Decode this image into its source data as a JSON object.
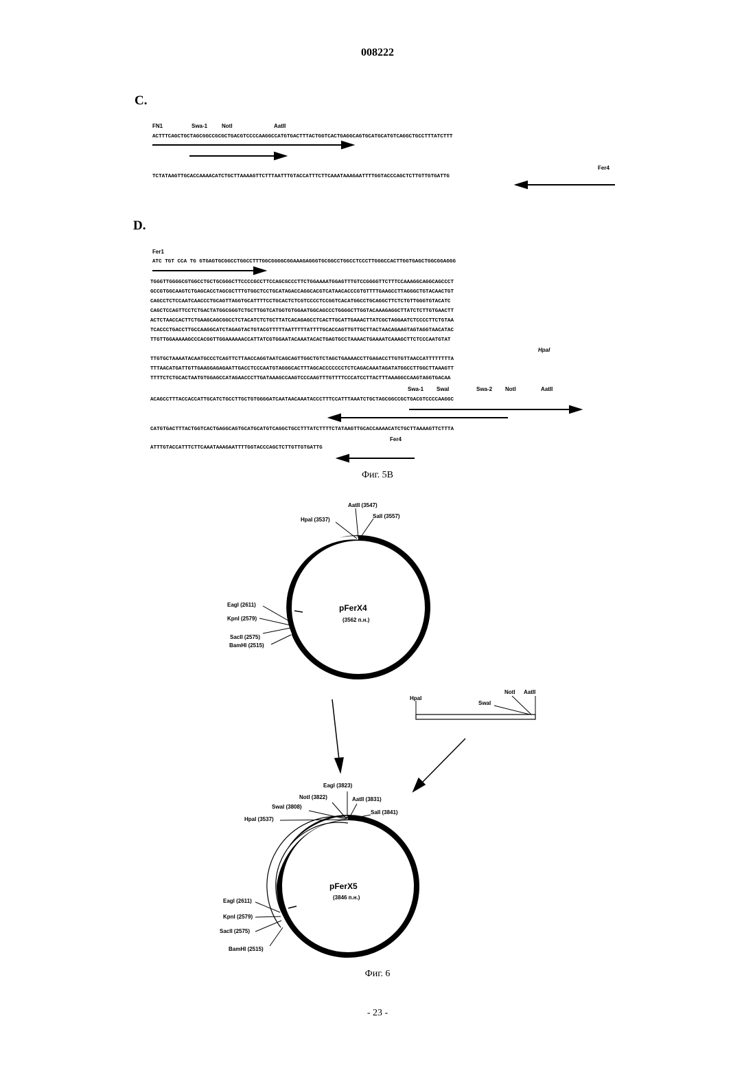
{
  "header": {
    "doc_number": "008222"
  },
  "panel_c": {
    "label": "C.",
    "site_labels": [
      "FN1",
      "Swa-1",
      "NotI",
      "AatII",
      "Fer4"
    ],
    "lines": [
      "ACTTTCAGCTGCTAGCGGCCGCGCTGACGTCCCCAAGGCCATGTGACTTTACTGGTCACTGAGGCAGTGCATGCATGTCAGGCTGCCTTTATCTTT",
      "TCTATAAGTTGCACCAAAACATCTGCTTAAAAGTTCTTTAATTTGTACCATTTCTTCAAATAAAGAATTTTGGTACCCAGCTCTTGTTGTGATTG"
    ]
  },
  "panel_d": {
    "label": "D.",
    "site_labels": [
      "Fer1",
      "HpaI",
      "Swa-1",
      "SwaI",
      "Swa-2",
      "NotI",
      "AatII",
      "Fer4"
    ],
    "lines": [
      "ATC TGT CCA TG GTGAGTGCGGCCTGGCCTTTGGCGGGGCGGAAAGAGGGTGCGGCCTGGCCTCCCTTGGGCCACTTGGTGAGCTGGCGGAGGG",
      "TGGGTTGGGGCGTGGCCTGCTGCGGGCTTCCCCGCCTTCCAGCGCCCTTCTGGAAAATGGAGTTTGTCCGGGGTTCTTTCCAAAGGCAGGCAGCCCT",
      "GCCGTGGCAAGTCTGAGCACCTAGCGCTTTGTGGCTCCTGCATAGACCAGGCACGTCATAACACCCGTGTTTTGAAGCCTTAGGGCTGTACAACTGT",
      "CAGCCTCTCCAATCAACCCTGCAGTTAGGTGCATTTTCCTGCACTCTCGTCCCCTCCGGTCACATGGCCTGCAGGCTTCTCTGTTGGGTGTACATC",
      "CAGCTCCAGTTCCTCTGACTATGGCGGGTCTGCTTGGTCATGGTGTGGAATGGCAGCCCTGGGGCTTGGTACAAAGAGGCTTATCTCTTGTGAACTT",
      "ACTCTAACCACTTCTGAAGCAGCGGCCTCTACATCTCTGCTTATCACAGAGCCTCACTTGCATTGAAACTTATCGCTAGGAATCTCCCCTTCTGTAA",
      "TCACCCTGACCTTGCCAAGGCATCTAGAGTACTGTACGTTTTTAATTTTTATTTTGCACCAGTTGTTGCTTACTAACAGAAGTAGTAGGTAACATAC",
      "TTGTTGGAAAAAGCCCACGGTTGGAAAAAACCATTATCGTGGAATACAAATACACTGAGTGCCTAAAACTGAAAATCAAAGCTTCTCCCAATGTAT",
      "TTGTGCTAAAATACAATGCCCTCAGTTCTTAACCAGGTAATCAGCAGTTGGCTGTCTAGCTGAAAACCTTGAGACCTTGTGTTAACCATTTTTTTTA",
      "TTTAACATGATTGTTGAAGGAGAGAATTGACCTCCCAATGTAGGGCACTTTAGCACCCCCCCTCTCAGACAAATAGATATGGCCTTGGCTTAAAGTT",
      "TTTTCTCTGCACTAATGTGGAGCCATAGAACCCTTGATAAAGCCAAGTCCCAAGTTTGTTTTCCCATCCTTACTTTAAAGGCCAAGTAGGTGACAA",
      "ACAGCCTTTACCACCATTGCATCTGCCTTGCTGTGGGGATCAATAACAAATACCCTTTCCATTTAAATCTGCTAGCGGCCGCTGACGTCCCCAAGGC",
      "CATGTGACTTTACTGGTCACTGAGGCAGTGCATGCATGTCAGGCTGCCTTTATCTTTTCTATAAGTTGCACCAAAACATCTGCTTAAAAGTTCTTTA",
      "ATTTGTACCATTTCTTCAAATAAAGAATTTTGGTACCCAGCTCTTGTTGTGATTG"
    ]
  },
  "fig5_caption": "Фиг. 5B",
  "fig6": {
    "caption": "Фиг. 6",
    "pferx4": {
      "name": "pFerX4",
      "size": "(3562 п.н.)",
      "top_labels": [
        "AatII (3547)",
        "HpaI (3537)",
        "SalI (3557)"
      ],
      "left_labels": [
        "EagI (2611)",
        "KpnI (2579)",
        "SacII (2575)",
        "BamHI (2515)"
      ]
    },
    "fragment_labels": [
      "HpaI",
      "SwaI",
      "NotI",
      "AatII"
    ],
    "pferx5": {
      "name": "pFerX5",
      "size": "(3846 п.н.)",
      "top_labels": [
        "EagI (3823)",
        "NotI (3822)",
        "AatII (3831)",
        "SwaI (3808)",
        "SalI (3841)",
        "HpaI (3537)"
      ],
      "left_labels": [
        "EagI (2611)",
        "KpnI (2579)",
        "SacII (2575)",
        "BamHI (2515)"
      ]
    }
  },
  "footer": {
    "page": "- 23 -"
  }
}
